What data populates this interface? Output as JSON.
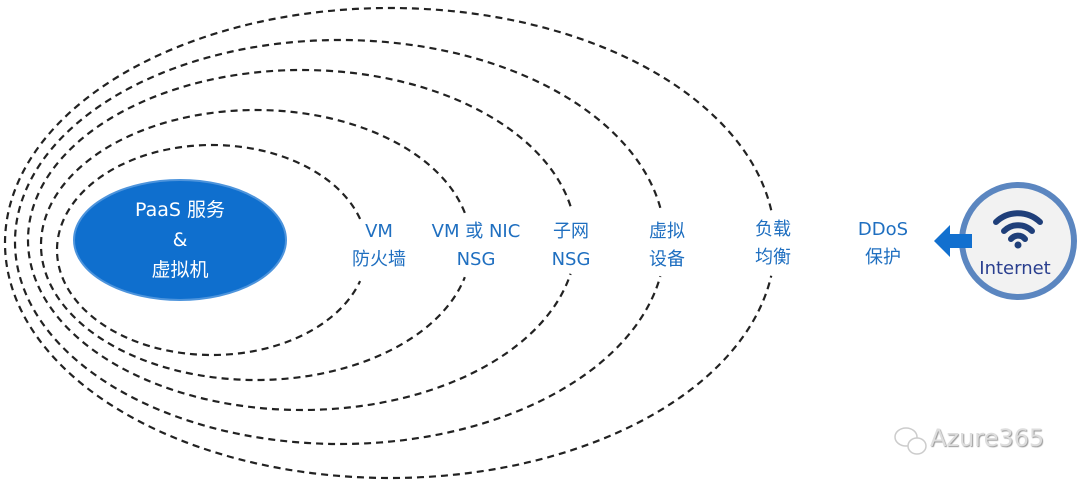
{
  "core": {
    "line1": "PaaS 服务",
    "line2": "&",
    "line3": "虚拟机"
  },
  "layers": [
    {
      "line1": "VM",
      "line2": "防火墙"
    },
    {
      "line1": "VM 或 NIC",
      "line2": "NSG"
    },
    {
      "line1": "子网",
      "line2": "NSG"
    },
    {
      "line1": "虚拟",
      "line2": "设备"
    },
    {
      "line1": "负载",
      "line2": "均衡"
    },
    {
      "line1": "DDoS",
      "line2": "保护"
    }
  ],
  "internet": {
    "label": "Internet",
    "icon": "wifi-icon"
  },
  "watermark": {
    "text": "Azure365",
    "icon": "wechat-icon"
  },
  "colors": {
    "accent": "#1f6fc0",
    "core_fill": "#0f6fce",
    "ring": "#5b86c0",
    "dash": "#222222"
  }
}
